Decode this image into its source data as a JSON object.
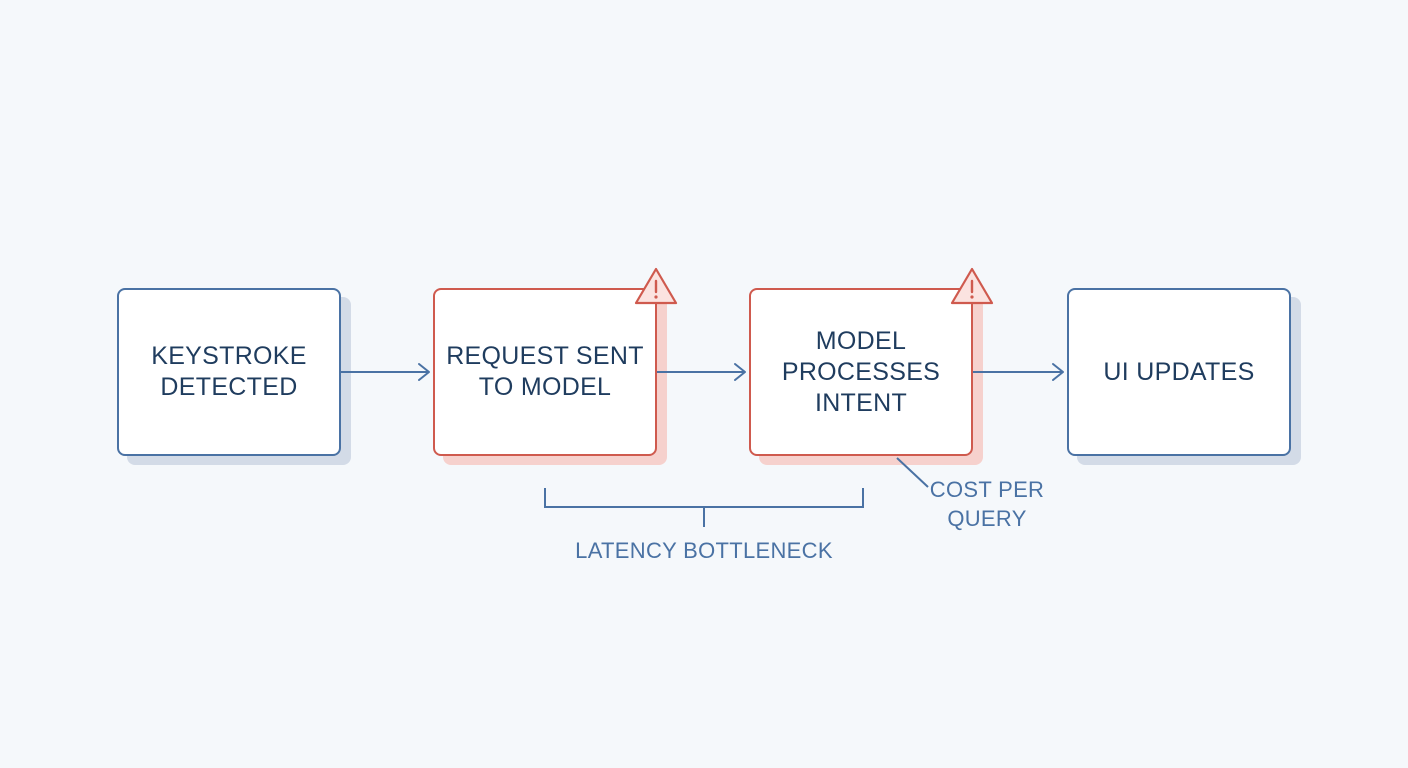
{
  "diagram": {
    "nodes": [
      {
        "id": "keystroke",
        "label": "KEYSTROKE\nDETECTED",
        "status": "normal"
      },
      {
        "id": "request",
        "label": "REQUEST SENT\nTO MODEL",
        "status": "warning"
      },
      {
        "id": "model",
        "label": "MODEL\nPROCESSES\nINTENT",
        "status": "warning"
      },
      {
        "id": "ui",
        "label": "UI UPDATES",
        "status": "normal"
      }
    ],
    "edges": [
      {
        "from": "keystroke",
        "to": "request"
      },
      {
        "from": "request",
        "to": "model"
      },
      {
        "from": "model",
        "to": "ui"
      }
    ],
    "annotations": {
      "latency": "LATENCY BOTTLENECK",
      "cost": "COST PER\nQUERY"
    },
    "icons": {
      "warning": "warning-triangle-icon",
      "arrow": "arrow-right-icon"
    },
    "colors": {
      "background": "#f5f8fb",
      "normal_border": "#4a72a4",
      "warning_border": "#cf5a4e",
      "normal_shadow": "#d3dbe7",
      "warning_shadow": "#f6d1cd",
      "text": "#1f3c5e",
      "annotation": "#4a72a4"
    }
  }
}
